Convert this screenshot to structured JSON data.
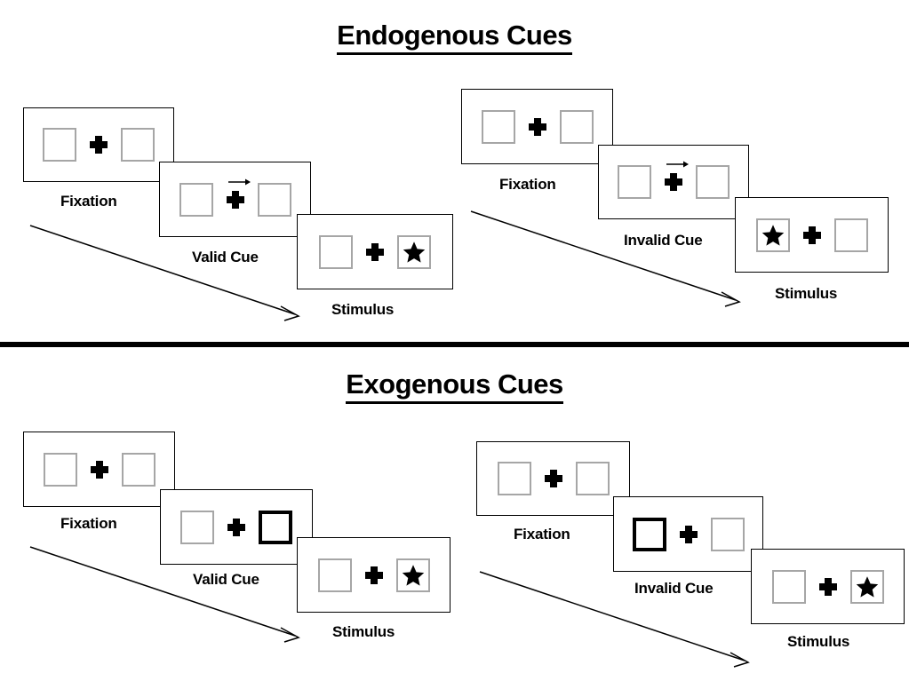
{
  "figure": {
    "kind": "posner-cueing-paradigm-diagram",
    "background_color": "#ffffff",
    "line_color": "#000000",
    "box_outline_color": "#a6a6a6",
    "cued_box_outline_color": "#000000"
  },
  "sections": [
    {
      "id": "endogenous",
      "title": "Endogenous Cues",
      "sequences": [
        {
          "id": "endogenous-valid",
          "frames": [
            {
              "caption": "Fixation",
              "left_box": "empty",
              "right_box": "empty",
              "center": "plus",
              "cue_side": "none"
            },
            {
              "caption": "Valid Cue",
              "left_box": "empty",
              "right_box": "empty",
              "center": "plus-with-arrow",
              "cue_side": "right"
            },
            {
              "caption": "Stimulus",
              "left_box": "empty",
              "right_box": "star",
              "center": "plus",
              "cue_side": "none"
            }
          ]
        },
        {
          "id": "endogenous-invalid",
          "frames": [
            {
              "caption": "Fixation",
              "left_box": "empty",
              "right_box": "empty",
              "center": "plus",
              "cue_side": "none"
            },
            {
              "caption": "Invalid Cue",
              "left_box": "empty",
              "right_box": "empty",
              "center": "plus-with-arrow",
              "cue_side": "right"
            },
            {
              "caption": "Stimulus",
              "left_box": "star",
              "right_box": "empty",
              "center": "plus",
              "cue_side": "none"
            }
          ]
        }
      ]
    },
    {
      "id": "exogenous",
      "title": "Exogenous Cues",
      "sequences": [
        {
          "id": "exogenous-valid",
          "frames": [
            {
              "caption": "Fixation",
              "left_box": "empty",
              "right_box": "empty",
              "center": "plus",
              "cue_side": "none"
            },
            {
              "caption": "Valid Cue",
              "left_box": "empty",
              "right_box": "highlight",
              "center": "plus",
              "cue_side": "right"
            },
            {
              "caption": "Stimulus",
              "left_box": "empty",
              "right_box": "star",
              "center": "plus",
              "cue_side": "none"
            }
          ]
        },
        {
          "id": "exogenous-invalid",
          "frames": [
            {
              "caption": "Fixation",
              "left_box": "empty",
              "right_box": "empty",
              "center": "plus",
              "cue_side": "none"
            },
            {
              "caption": "Invalid Cue",
              "left_box": "highlight",
              "right_box": "empty",
              "center": "plus",
              "cue_side": "left"
            },
            {
              "caption": "Stimulus",
              "left_box": "empty",
              "right_box": "star",
              "center": "plus",
              "cue_side": "none"
            }
          ]
        }
      ]
    }
  ],
  "labels": {
    "endo_valid_fixation": "Fixation",
    "endo_valid_cue": "Valid Cue",
    "endo_valid_stimulus": "Stimulus",
    "endo_invalid_fixation": "Fixation",
    "endo_invalid_cue": "Invalid Cue",
    "endo_invalid_stimulus": "Stimulus",
    "exo_valid_fixation": "Fixation",
    "exo_valid_cue": "Valid Cue",
    "exo_valid_stimulus": "Stimulus",
    "exo_invalid_fixation": "Fixation",
    "exo_invalid_cue": "Invalid Cue",
    "exo_invalid_stimulus": "Stimulus"
  },
  "titles": {
    "endogenous": "Endogenous Cues",
    "exogenous": "Exogenous Cues"
  },
  "icons": {
    "fixation_cross": "plus-icon",
    "arrow_cue": "arrow-right-icon",
    "target": "star-icon",
    "time_flow": "time-arrow-icon"
  }
}
